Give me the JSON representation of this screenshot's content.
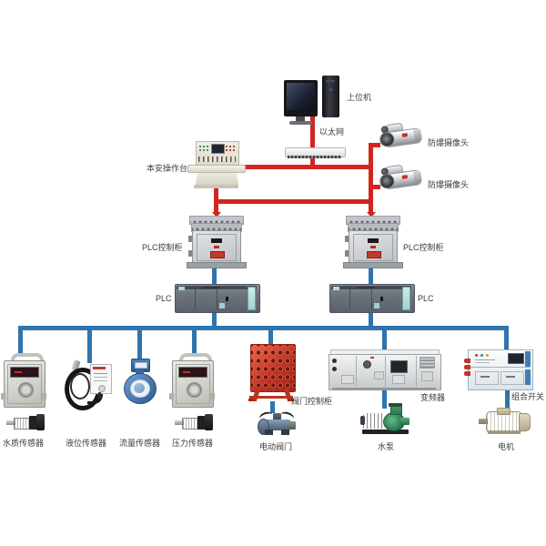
{
  "colors": {
    "red_line": "#d2251f",
    "blue_line": "#2e74ae",
    "label_text": "#3c3c3c"
  },
  "nodes": {
    "host_computer": {
      "label": "上位机"
    },
    "ethernet": {
      "label": "以太网"
    },
    "console": {
      "label": "本安操作台"
    },
    "camera_top": {
      "label": "防爆摄像头"
    },
    "camera_bottom": {
      "label": "防爆摄像头"
    },
    "plc_cabinet_left": {
      "label": "PLC控制柜"
    },
    "plc_cabinet_right": {
      "label": "PLC控制柜"
    },
    "plc_left": {
      "label": "PLC"
    },
    "plc_right": {
      "label": "PLC"
    },
    "water_quality_sensor": {
      "label": "水质传感器"
    },
    "level_sensor": {
      "label": "液位传感器"
    },
    "flow_sensor": {
      "label": "流量传感器"
    },
    "pressure_sensor": {
      "label": "压力传感器"
    },
    "valve_control_cabinet": {
      "label": "阀门控制柜"
    },
    "electric_valve": {
      "label": "电动阀门"
    },
    "inverter": {
      "label": "变频器"
    },
    "water_pump": {
      "label": "水泵"
    },
    "combination_switch": {
      "label": "组合开关"
    },
    "motor": {
      "label": "电机"
    }
  }
}
